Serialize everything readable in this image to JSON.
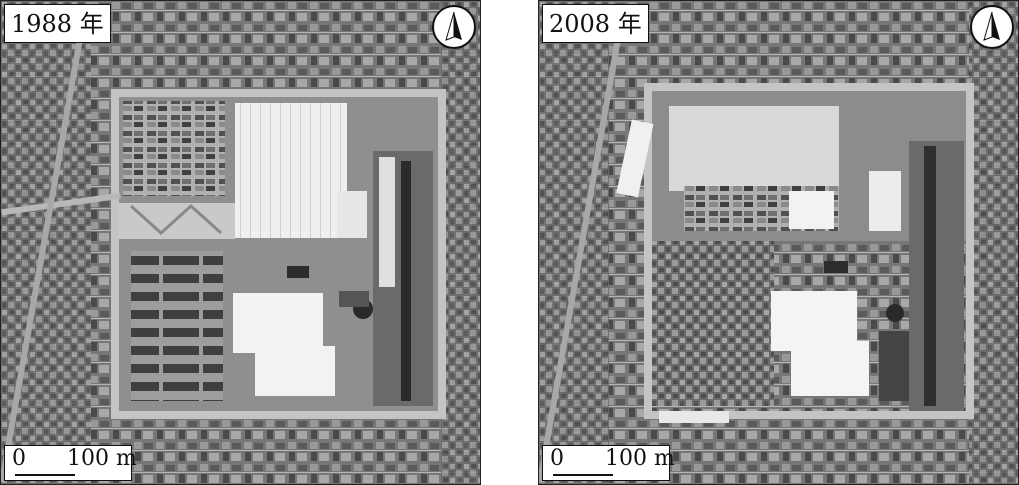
{
  "maps": [
    {
      "year_label": "1988 年",
      "scale_zero": "0",
      "scale_distance": "100 m"
    },
    {
      "year_label": "2008 年",
      "scale_zero": "0",
      "scale_distance": "100 m"
    }
  ],
  "colors": {
    "background": "#7d7d7d",
    "roads": "#bdbdbd",
    "building_bright": "#f4f4f4",
    "building_dark": "#3a3a3a",
    "border": "#111111"
  },
  "icons": {
    "north": "north-arrow-icon"
  }
}
